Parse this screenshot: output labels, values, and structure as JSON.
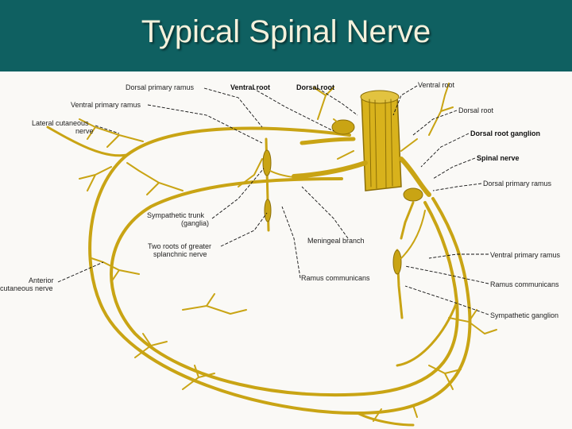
{
  "slide": {
    "title": "Typical Spinal Nerve"
  },
  "labels": {
    "dorsal_primary_ramus_top": "Dorsal primary ramus",
    "ventral_root_top": "Ventral root",
    "dorsal_root_top": "Dorsal root",
    "ventral_root_right": "Ventral root",
    "ventral_primary_ramus_top": "Ventral primary ramus",
    "dorsal_root_right": "Dorsal root",
    "lateral_cutaneous_1": "Lateral cutaneous",
    "lateral_cutaneous_2": "nerve",
    "dorsal_root_ganglion": "Dorsal root ganglion",
    "spinal_nerve": "Spinal nerve",
    "dorsal_primary_ramus_right": "Dorsal primary ramus",
    "sympathetic_trunk_1": "Sympathetic trunk",
    "sympathetic_trunk_2": "(ganglia)",
    "meningeal_branch": "Meningeal branch",
    "two_roots_1": "Two roots of greater",
    "two_roots_2": "splanchnic nerve",
    "ventral_primary_ramus_right": "Ventral primary ramus",
    "anterior_cutaneous_1": "Anterior",
    "anterior_cutaneous_2": "cutaneous nerve",
    "ramus_communicans_center": "Ramus communicans",
    "ramus_communicans_right": "Ramus communicans",
    "sympathetic_ganglion": "Sympathetic ganglion"
  }
}
